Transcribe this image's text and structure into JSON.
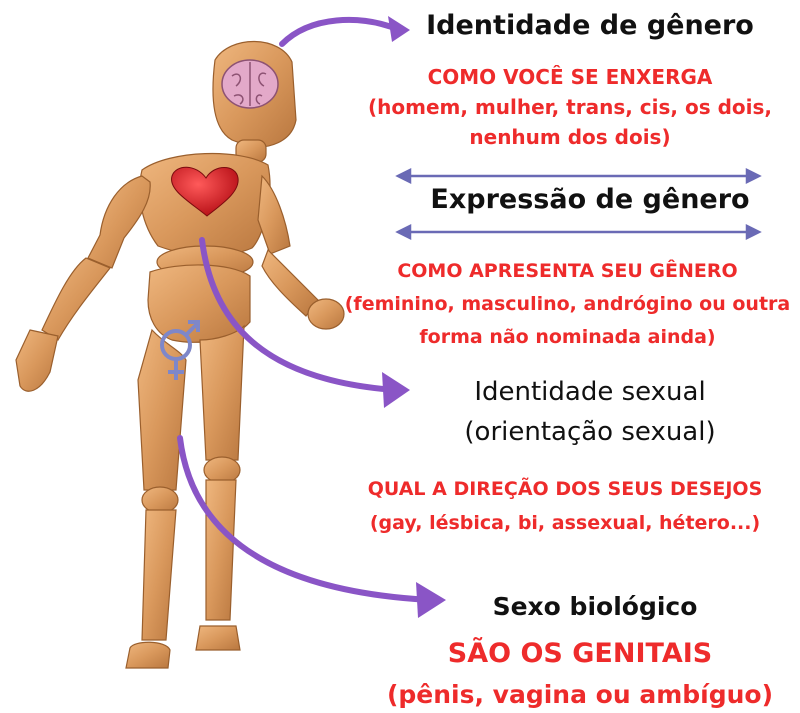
{
  "blocks": {
    "identity": {
      "title": "Identidade de gênero",
      "subtitle": "COMO VOCÊ SE ENXERGA",
      "detail": "(homem, mulher, trans, cis, os dois, nenhum dos dois)"
    },
    "expression": {
      "title": "Expressão de gênero",
      "subtitle": "COMO APRESENTA SEU GÊNERO",
      "detail": "(feminino, masculino, andrógino ou outra forma não nominada ainda)"
    },
    "sexual": {
      "title": "Identidade sexual",
      "title2": "(orientação sexual)",
      "subtitle": "QUAL A DIREÇÃO DOS SEUS DESEJOS",
      "detail": "(gay, lésbica, bi, assexual, hétero...)"
    },
    "biological": {
      "title": "Sexo biológico",
      "subtitle": "SÃO OS GENITAIS",
      "detail": "(pênis, vagina ou  ambíguo)"
    }
  },
  "colors": {
    "arrow": "#8a55c6",
    "spectrum": "#6a6ab5",
    "red_text": "#ee2b2b",
    "wood": "#d99a5e"
  },
  "icons": [
    "brain-icon",
    "heart-icon",
    "gender-symbol-icon"
  ]
}
